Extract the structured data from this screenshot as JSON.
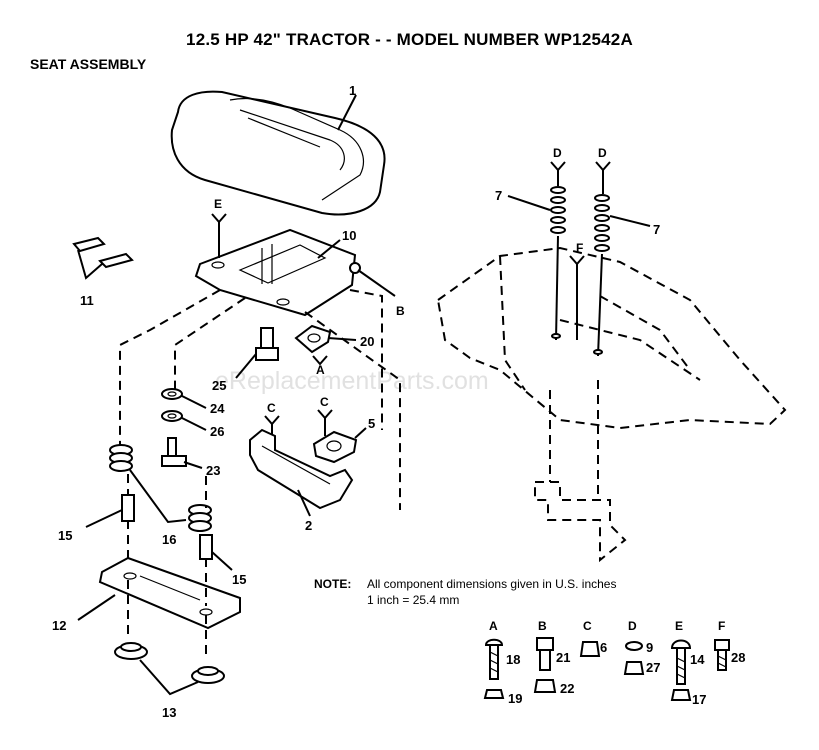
{
  "header": {
    "title": "12.5 HP 42\" TRACTOR - - MODEL NUMBER WP12542A",
    "subtitle": "SEAT ASSEMBLY"
  },
  "watermark": "eReplacementParts.com",
  "callouts": {
    "p1": "1",
    "p2": "2",
    "p5": "5",
    "p7a": "7",
    "p7b": "7",
    "p10": "10",
    "p11": "11",
    "p12": "12",
    "p13": "13",
    "p15a": "15",
    "p15b": "15",
    "p16": "16",
    "p20": "20",
    "p23": "23",
    "p24": "24",
    "p25": "25",
    "p26": "26"
  },
  "ref_letters": {
    "e_top": "E",
    "b_right": "B",
    "a_mid": "A",
    "c_left": "C",
    "c_right": "C",
    "d_left": "D",
    "d_right": "D",
    "f_mid": "F"
  },
  "note": {
    "label": "NOTE:",
    "line1": "All component dimensions given in U.S. inches",
    "line2": "1 inch = 25.4 mm"
  },
  "hardware_key": {
    "a": {
      "letter": "A",
      "parts": [
        "18",
        "19"
      ]
    },
    "b": {
      "letter": "B",
      "parts": [
        "21",
        "22"
      ]
    },
    "c": {
      "letter": "C",
      "parts": [
        "6"
      ]
    },
    "d": {
      "letter": "D",
      "parts": [
        "9",
        "27"
      ]
    },
    "e": {
      "letter": "E",
      "parts": [
        "14",
        "17"
      ]
    },
    "f": {
      "letter": "F",
      "parts": [
        "28"
      ]
    }
  }
}
